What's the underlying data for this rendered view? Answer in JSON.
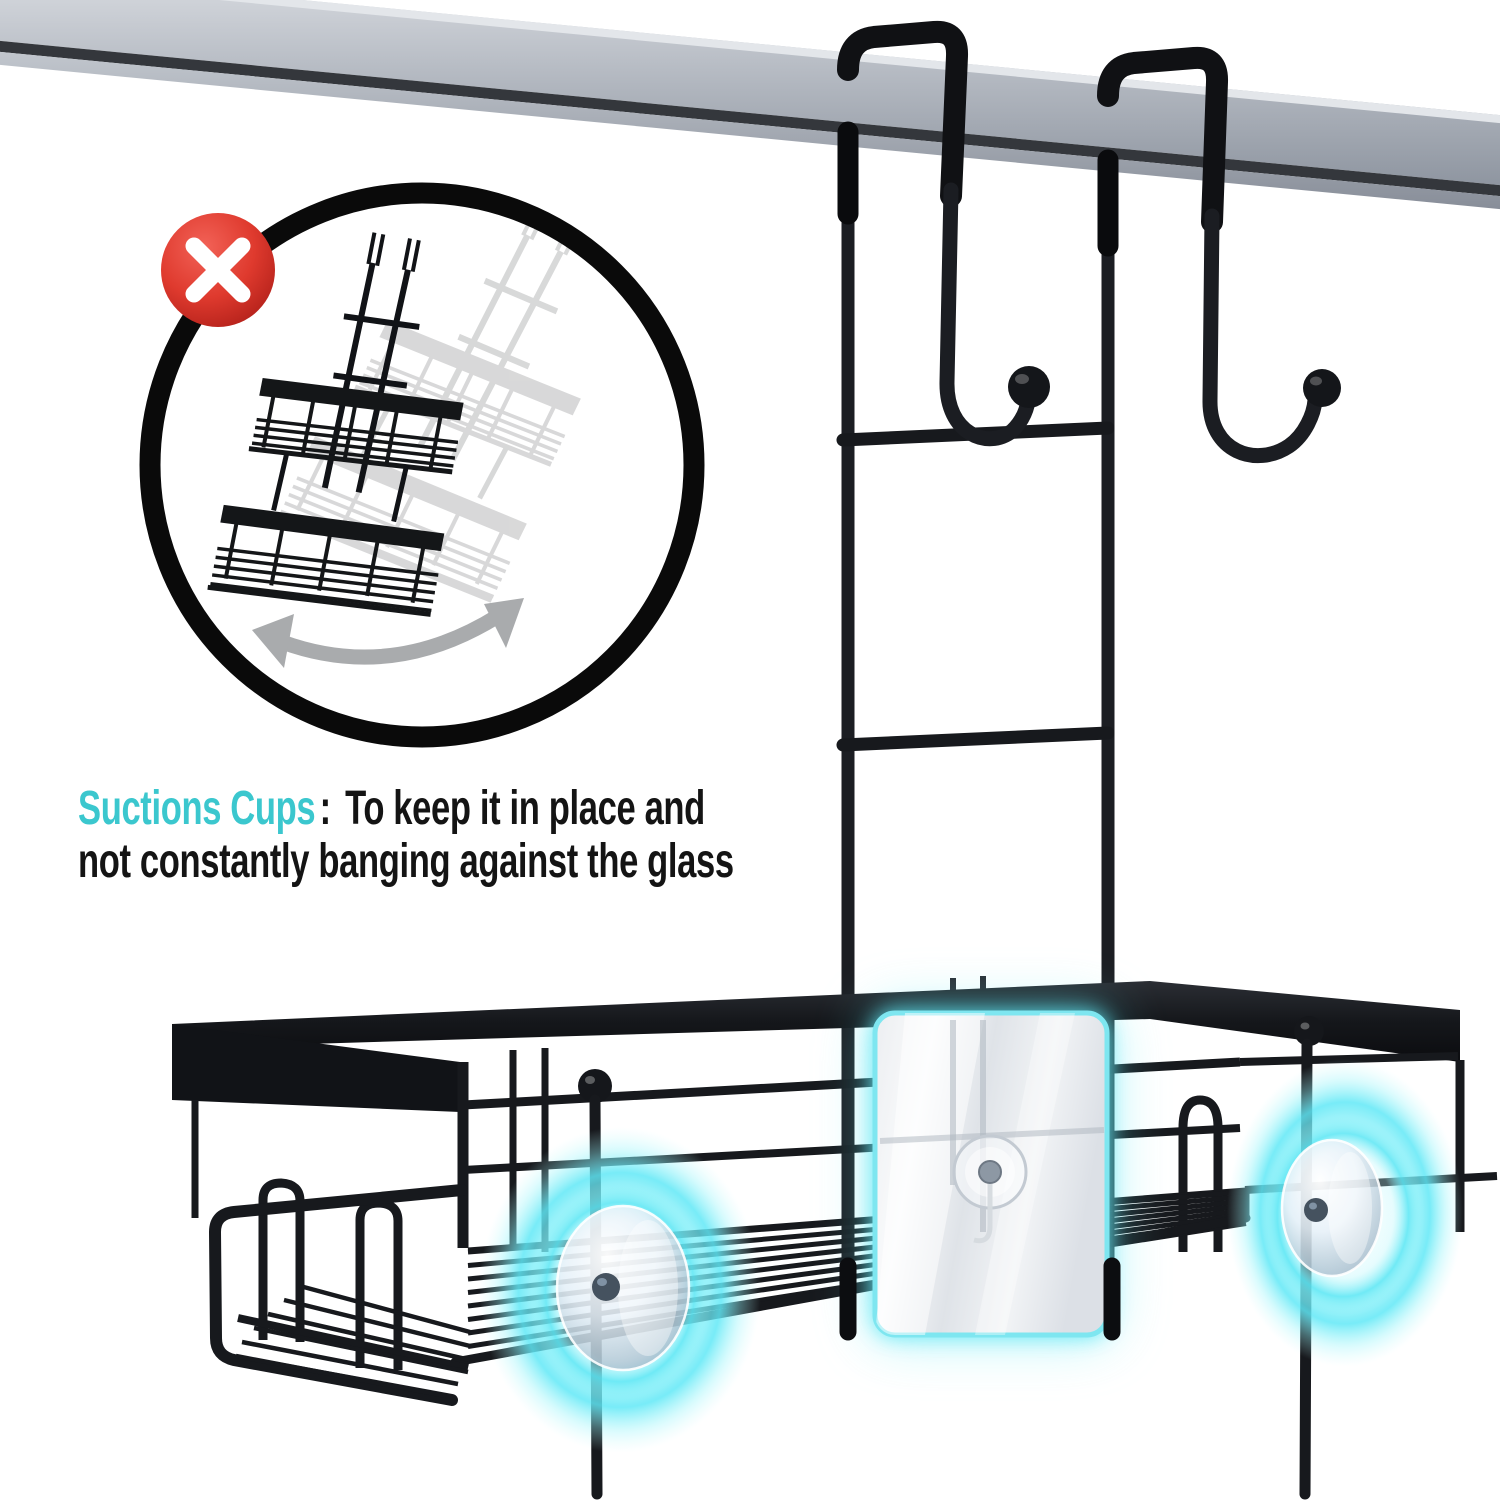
{
  "caption": {
    "highlight": "Suctions Cups",
    "separator": ":",
    "line1_rest": "To keep it in place and",
    "line2": "not constantly banging against the glass"
  },
  "colors": {
    "caption_highlight": "#3BC7CE",
    "caption_text": "#141414",
    "glow_cyan": "#62E8F4",
    "panel_border": "#7EE6F0",
    "badge_red": "#D7281E",
    "arrow_gray": "#A9ABAD",
    "metal_black": "#17191D",
    "door_rail_gray": "#9BA1AB"
  },
  "icons": {
    "badge": "x-mark-icon",
    "swing": "swing-arrow-icon"
  },
  "scene": {
    "product": "over-door-hanging-shower-caddy",
    "inset": "caddy-swinging-ghost-illustration",
    "highlighted_parts": [
      "suction-cup-left",
      "suction-cup-on-glass-panel",
      "suction-cup-right"
    ]
  }
}
